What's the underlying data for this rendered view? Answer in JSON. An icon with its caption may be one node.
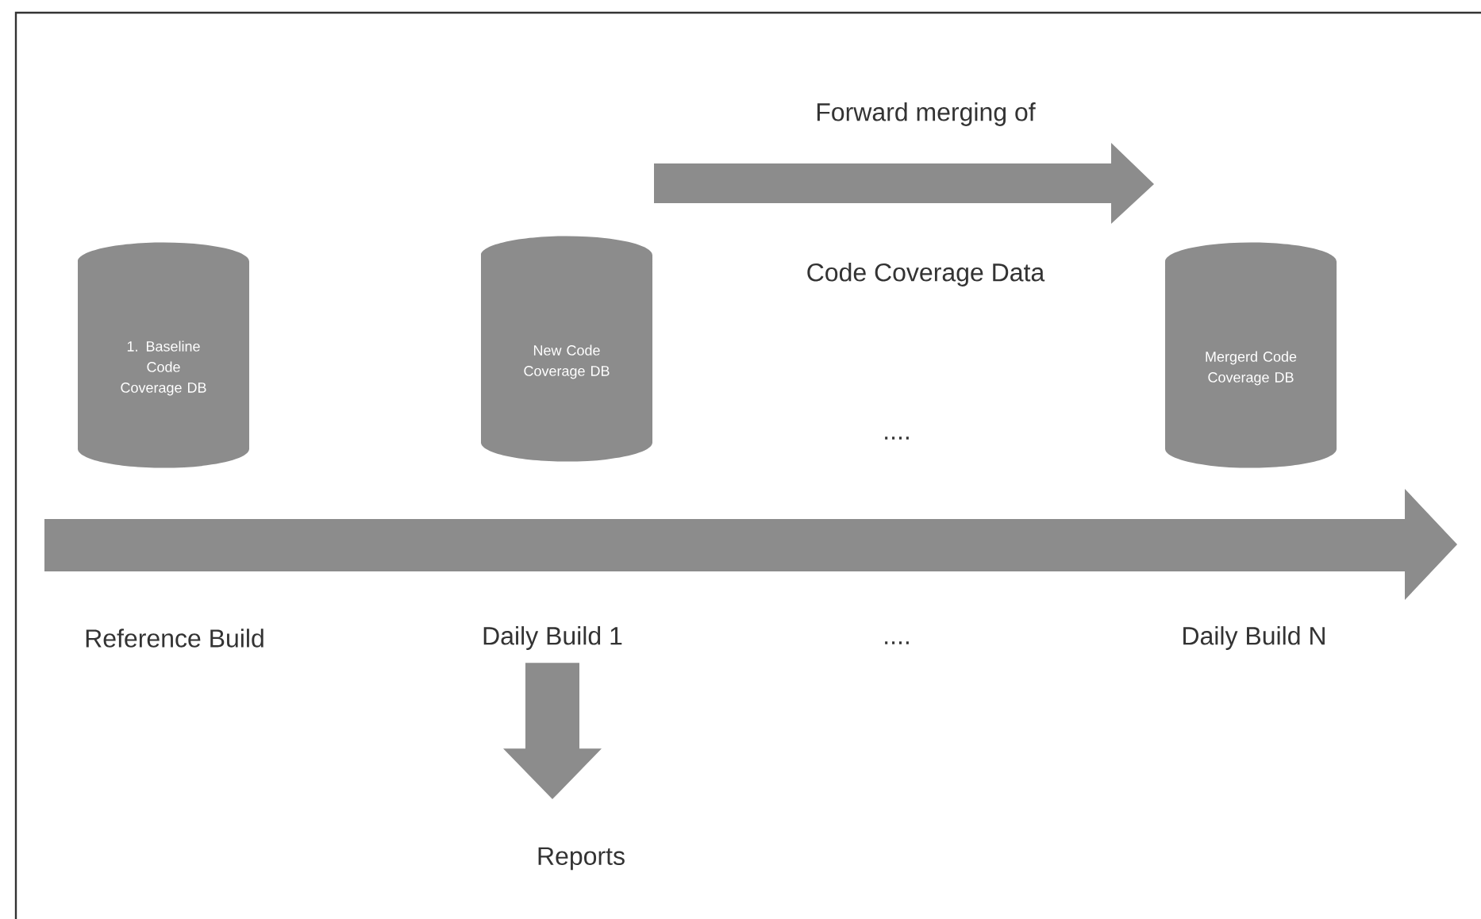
{
  "diagram": {
    "nodes": [
      {
        "text": [
          "1. Baseline Code Coverage DB"
        ]
      },
      {
        "text": [
          "New Code Coverage DB"
        ]
      },
      {
        "text": [
          "Mergerd Code Coverage DB"
        ]
      },
      {
        "text": [
          "Daily Build 1"
        ]
      },
      {
        "text": [
          "Reports"
        ]
      }
    ],
    "edges": [
      {
        "from": 3,
        "to": 4,
        "arrow": "to"
      }
    ],
    "labels": [
      "Forward merging of",
      "Code Coverage Data",
      "....",
      "Reference Build",
      "....",
      "Daily Build N"
    ]
  }
}
